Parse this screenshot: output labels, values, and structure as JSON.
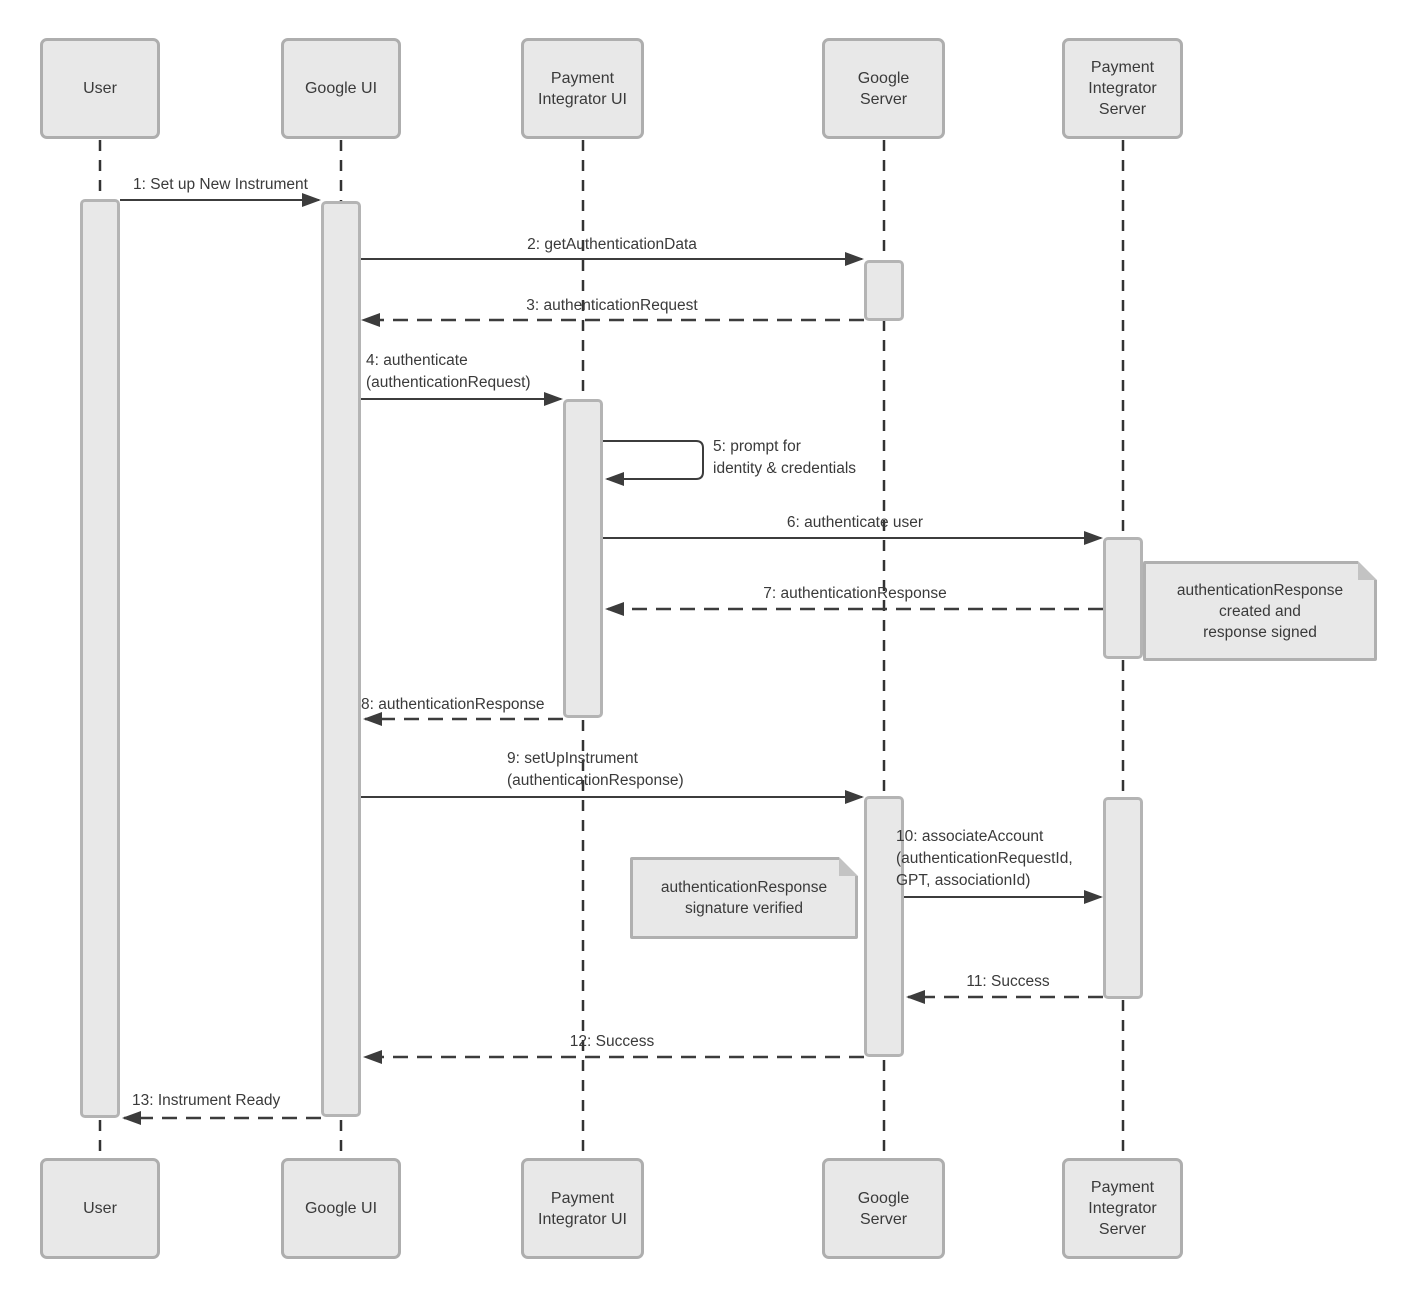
{
  "diagram_type": "uml-sequence",
  "colors": {
    "shape_fill": "#e8e8e8",
    "shape_border": "#b0b0b0",
    "line": "#3c3c3c",
    "text": "#3a3a3a",
    "background": "#ffffff"
  },
  "actors": [
    {
      "id": "user",
      "name": "User"
    },
    {
      "id": "google-ui",
      "name": "Google UI"
    },
    {
      "id": "payment-integrator-ui",
      "name": "Payment\nIntegrator UI"
    },
    {
      "id": "google-server",
      "name": "Google\nServer"
    },
    {
      "id": "payment-integrator-server",
      "name": "Payment\nIntegrator\nServer"
    }
  ],
  "messages": [
    {
      "num": 1,
      "label": "1: Set up New Instrument",
      "from": "user",
      "to": "google-ui",
      "style": "solid"
    },
    {
      "num": 2,
      "label": "2: getAuthenticationData",
      "from": "google-ui",
      "to": "google-server",
      "style": "solid"
    },
    {
      "num": 3,
      "label": "3: authenticationRequest",
      "from": "google-server",
      "to": "google-ui",
      "style": "dashed"
    },
    {
      "num": 4,
      "label": "4: authenticate\n(authenticationRequest)",
      "from": "google-ui",
      "to": "payment-integrator-ui",
      "style": "solid"
    },
    {
      "num": 5,
      "label": "5: prompt for\nidentity & credentials",
      "from": "payment-integrator-ui",
      "to": "payment-integrator-ui",
      "style": "self"
    },
    {
      "num": 6,
      "label": "6: authenticate user",
      "from": "payment-integrator-ui",
      "to": "payment-integrator-server",
      "style": "solid"
    },
    {
      "num": 7,
      "label": "7: authenticationResponse",
      "from": "payment-integrator-server",
      "to": "payment-integrator-ui",
      "style": "dashed"
    },
    {
      "num": 8,
      "label": "8: authenticationResponse",
      "from": "payment-integrator-ui",
      "to": "google-ui",
      "style": "dashed"
    },
    {
      "num": 9,
      "label": "9: setUpInstrument\n(authenticationResponse)",
      "from": "google-ui",
      "to": "google-server",
      "style": "solid"
    },
    {
      "num": 10,
      "label": "10: associateAccount\n(authenticationRequestId,\nGPT, associationId)",
      "from": "google-server",
      "to": "payment-integrator-server",
      "style": "solid"
    },
    {
      "num": 11,
      "label": "11: Success",
      "from": "payment-integrator-server",
      "to": "google-server",
      "style": "dashed"
    },
    {
      "num": 12,
      "label": "12: Success",
      "from": "google-server",
      "to": "google-ui",
      "style": "dashed"
    },
    {
      "num": 13,
      "label": "13: Instrument Ready",
      "from": "google-ui",
      "to": "user",
      "style": "dashed"
    }
  ],
  "notes": [
    {
      "text": "authenticationResponse\ncreated and\nresponse signed",
      "attached_to": "payment-integrator-server"
    },
    {
      "text": "authenticationResponse\nsignature verified",
      "attached_to": "google-server"
    }
  ]
}
